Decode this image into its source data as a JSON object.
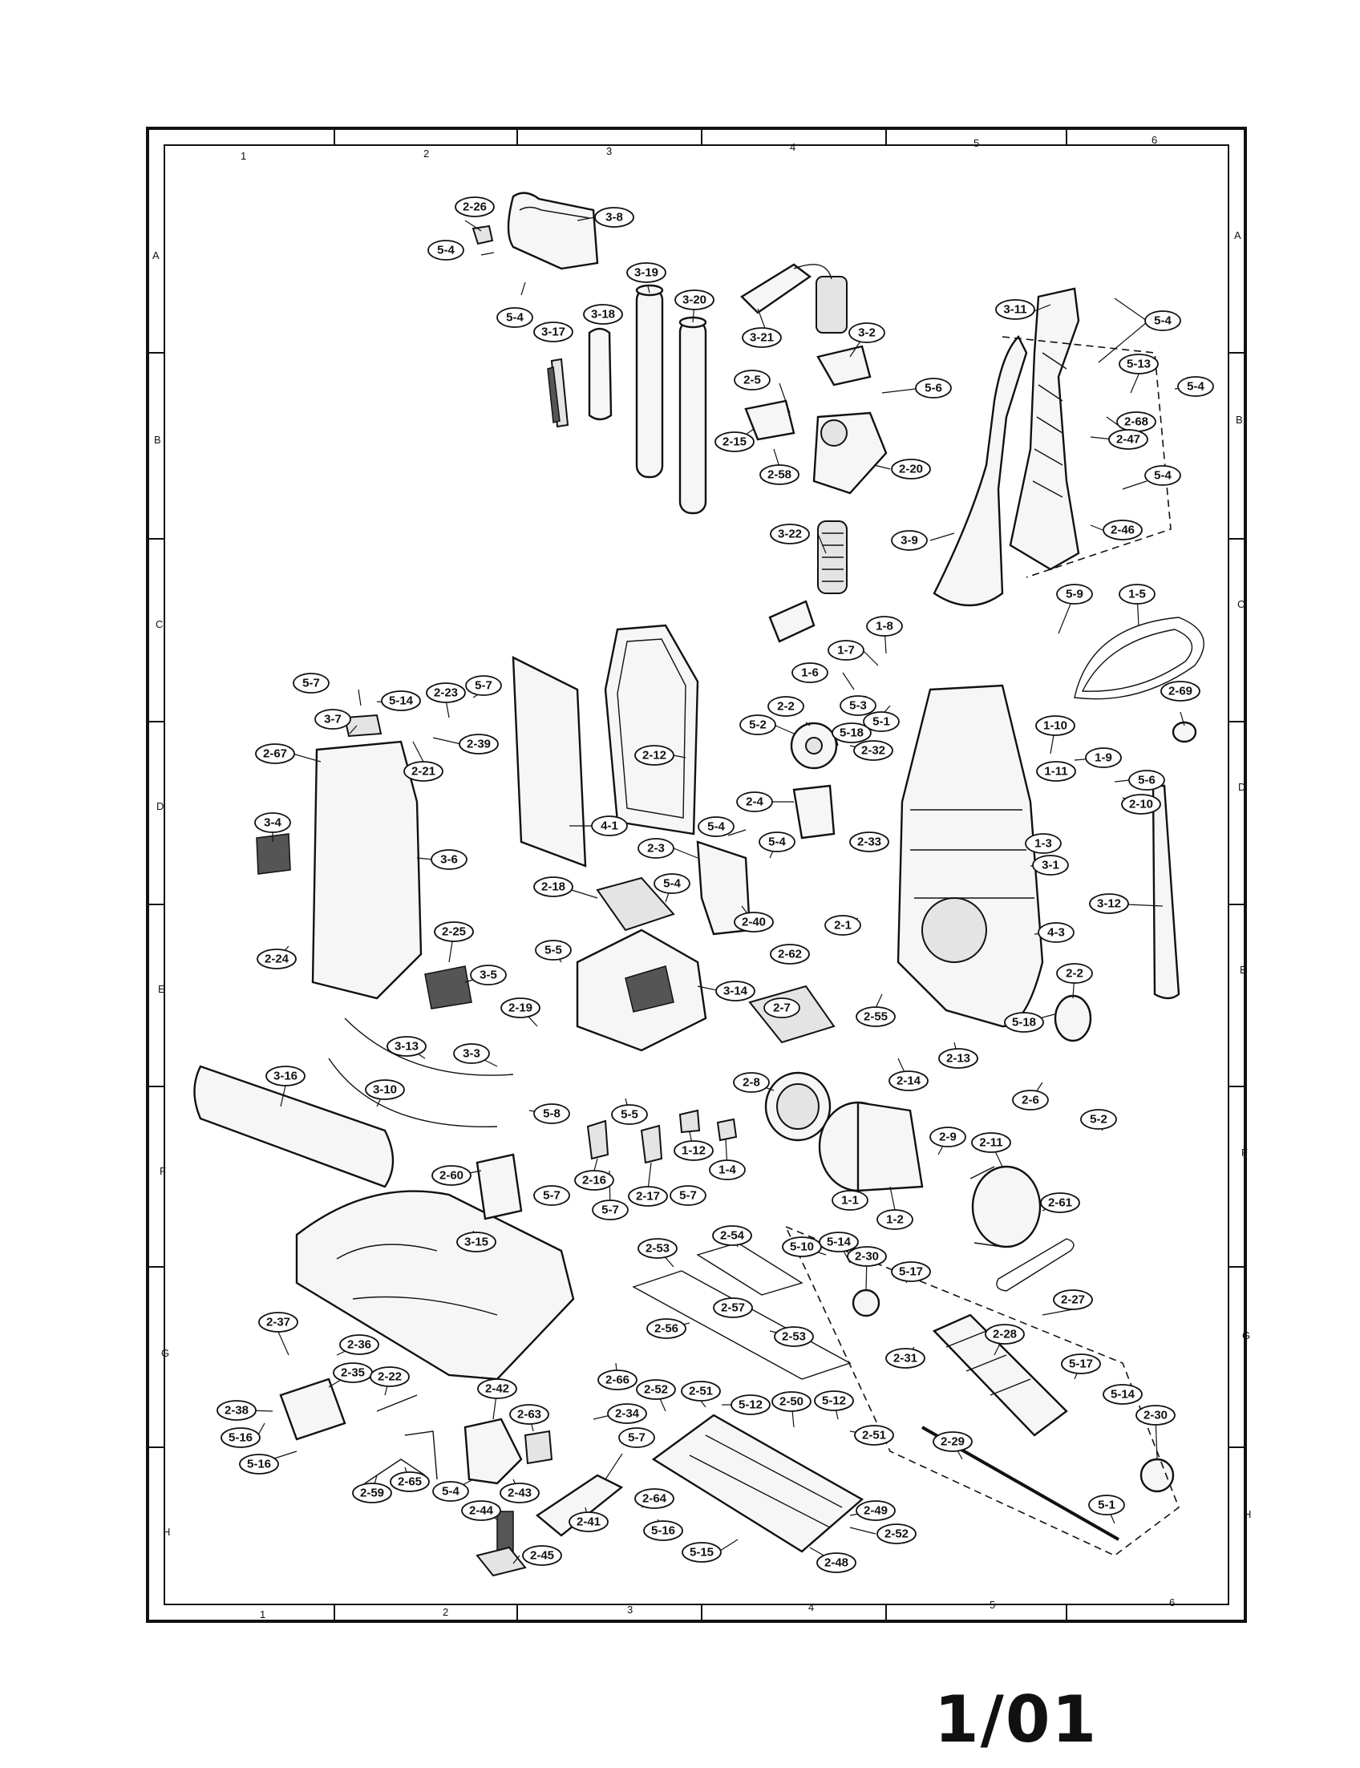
{
  "page_label": "1/01",
  "grid": {
    "columns": [
      "1",
      "2",
      "3",
      "4",
      "5",
      "6"
    ],
    "rows": [
      "A",
      "B",
      "C",
      "D",
      "E",
      "F",
      "G",
      "H"
    ]
  },
  "callouts": [
    "2-26",
    "3-8",
    "5-4",
    "5-4",
    "3-19",
    "3-20",
    "3-21",
    "3-18",
    "3-17",
    "3-11",
    "5-4",
    "5-13",
    "5-4",
    "3-2",
    "5-6",
    "2-5",
    "2-68",
    "2-47",
    "2-15",
    "2-20",
    "2-58",
    "5-4",
    "3-22",
    "3-9",
    "2-46",
    "1-8",
    "5-9",
    "1-5",
    "1-7",
    "1-6",
    "5-3",
    "5-1",
    "5-2",
    "2-2",
    "5-18",
    "5-7",
    "5-14",
    "2-23",
    "5-7",
    "3-7",
    "2-67",
    "2-21",
    "2-39",
    "2-12",
    "2-32",
    "2-69",
    "1-10",
    "1-9",
    "1-11",
    "5-6",
    "2-10",
    "2-4",
    "5-4",
    "2-33",
    "1-3",
    "3-4",
    "4-1",
    "2-3",
    "5-4",
    "3-6",
    "3-1",
    "3-12",
    "2-18",
    "5-4",
    "2-40",
    "2-1",
    "2-24",
    "2-25",
    "2-62",
    "4-3",
    "5-5",
    "3-5",
    "3-14",
    "2-2",
    "2-19",
    "2-7",
    "2-55",
    "5-18",
    "3-13",
    "3-3",
    "2-13",
    "3-16",
    "3-10",
    "2-14",
    "2-8",
    "2-6",
    "5-8",
    "5-5",
    "1-12",
    "1-4",
    "2-9",
    "2-11",
    "5-2",
    "2-60",
    "5-7",
    "2-16",
    "2-17",
    "1-1",
    "1-2",
    "5-7",
    "5-7",
    "2-61",
    "3-15",
    "2-53",
    "2-54",
    "5-10",
    "5-14",
    "2-30",
    "5-17",
    "2-57",
    "2-27",
    "2-37",
    "2-36",
    "2-56",
    "2-53",
    "2-31",
    "2-28",
    "2-35",
    "2-22",
    "2-66",
    "2-42",
    "2-52",
    "2-51",
    "5-12",
    "2-50",
    "5-12",
    "2-38",
    "2-63",
    "2-34",
    "2-51",
    "5-17",
    "5-14",
    "2-30",
    "5-16",
    "5-7",
    "5-16",
    "2-59",
    "2-65",
    "5-4",
    "2-43",
    "2-29",
    "2-64",
    "2-44",
    "2-41",
    "5-16",
    "2-49",
    "2-52",
    "5-1",
    "2-45",
    "5-15",
    "2-48"
  ]
}
